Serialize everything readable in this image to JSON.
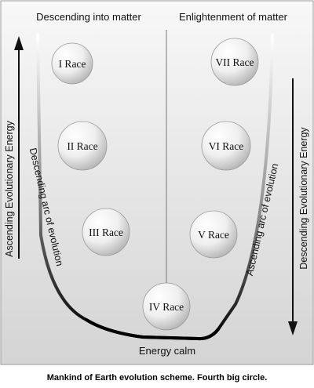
{
  "diagram": {
    "header_left": "Descending into matter",
    "header_right": "Enlightenment of matter",
    "left_axis_label": "Ascending Evolutionary Energy",
    "right_axis_label": "Descending Evolutionary Energy",
    "left_arc_label": "Descending arc of evolution",
    "right_arc_label": "Ascending arc of evolution",
    "bottom_label": "Energy calm",
    "caption": "Mankind of Earth evolution scheme. Fourth big circle.",
    "races": {
      "r1": "I Race",
      "r2": "II Race",
      "r3": "III Race",
      "r4": "IV Race",
      "r5": "V Race",
      "r6": "VI Race",
      "r7": "VII Race"
    }
  }
}
